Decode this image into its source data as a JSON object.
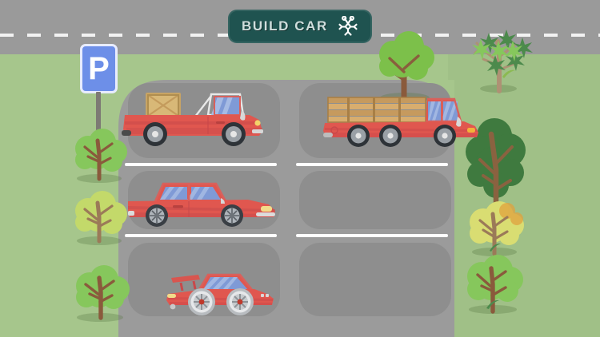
{
  "app": {
    "title": "Build Car",
    "scene_name": "parking-lot"
  },
  "header": {
    "label": "BUILD CAR",
    "icon": "wrench-scissors-icon",
    "bg_color": "#1f5350",
    "text_color": "#cfdedd"
  },
  "signage": {
    "parking_sign": {
      "label": "P",
      "plate_color": "#6d8fe8",
      "border_color": "#e8ecff",
      "post_color": "#7d7a74"
    }
  },
  "environment": {
    "road_color": "#9a9a9a",
    "road_dash_color": "#f2f2f2",
    "grass_color": "#a6c68c",
    "grass_shade_color": "#a0c087",
    "lot_color": "#9b9b9b",
    "slot_color": "#8e8e8e",
    "divider_color": "#ffffff"
  },
  "parking": {
    "columns": [
      {
        "name": "left-column",
        "slots": [
          {
            "index": 1,
            "occupied": true,
            "vehicle": "pickup-truck-with-crate"
          },
          {
            "index": 2,
            "occupied": true,
            "vehicle": "classic-sedan"
          },
          {
            "index": 3,
            "occupied": true,
            "vehicle": "sports-car"
          }
        ]
      },
      {
        "name": "right-column",
        "slots": [
          {
            "index": 1,
            "occupied": true,
            "vehicle": "flatbed-lumber-truck"
          },
          {
            "index": 2,
            "occupied": false,
            "vehicle": null
          },
          {
            "index": 3,
            "occupied": false,
            "vehicle": null
          }
        ]
      }
    ]
  },
  "vehicles": [
    {
      "id": "pickup-truck-with-crate",
      "name": "Pickup Truck",
      "body_color": "#e0574f",
      "body_shade": "#c9484a",
      "window_color": "#7f9ad6",
      "cargo": "wooden-crate",
      "cargo_color": "#c8a464",
      "wheels": 2,
      "facing": "right"
    },
    {
      "id": "classic-sedan",
      "name": "Classic Sedan",
      "body_color": "#e0574f",
      "body_shade": "#c44a4c",
      "window_color": "#7f9ad6",
      "cargo": null,
      "wheels": 2,
      "facing": "right"
    },
    {
      "id": "sports-car",
      "name": "Sports Car",
      "body_color": "#e0574f",
      "body_shade": "#c9484a",
      "window_color": "#7f9ad6",
      "cargo": "rear-spoiler",
      "wheels": 2,
      "facing": "left"
    },
    {
      "id": "flatbed-lumber-truck",
      "name": "Flatbed Lumber Truck",
      "body_color": "#e0574f",
      "body_shade": "#c9484a",
      "window_color": "#7f9ad6",
      "cargo": "wooden-planks",
      "cargo_color": "#c69a5e",
      "wheels": 3,
      "facing": "right"
    }
  ],
  "foliage": [
    {
      "id": "tree-top-right-round",
      "type": "leafy-tree",
      "color": "#7cc04a"
    },
    {
      "id": "tree-top-far-right",
      "type": "spiky-tree",
      "color": "#4c8a4c"
    },
    {
      "id": "tree-left-upper",
      "type": "leafy-tree",
      "color": "#86c75c"
    },
    {
      "id": "tree-left-middle",
      "type": "leafy-tree",
      "color": "#c3d96a"
    },
    {
      "id": "tree-left-lower",
      "type": "leafy-tree",
      "color": "#86c75c"
    },
    {
      "id": "tree-right-tall-dark",
      "type": "leafy-tree",
      "color": "#3f7a3f"
    },
    {
      "id": "tree-right-yellow",
      "type": "leafy-tree",
      "color": "#d9dd72"
    },
    {
      "id": "tree-right-lower",
      "type": "leafy-tree",
      "color": "#86c75c"
    }
  ]
}
